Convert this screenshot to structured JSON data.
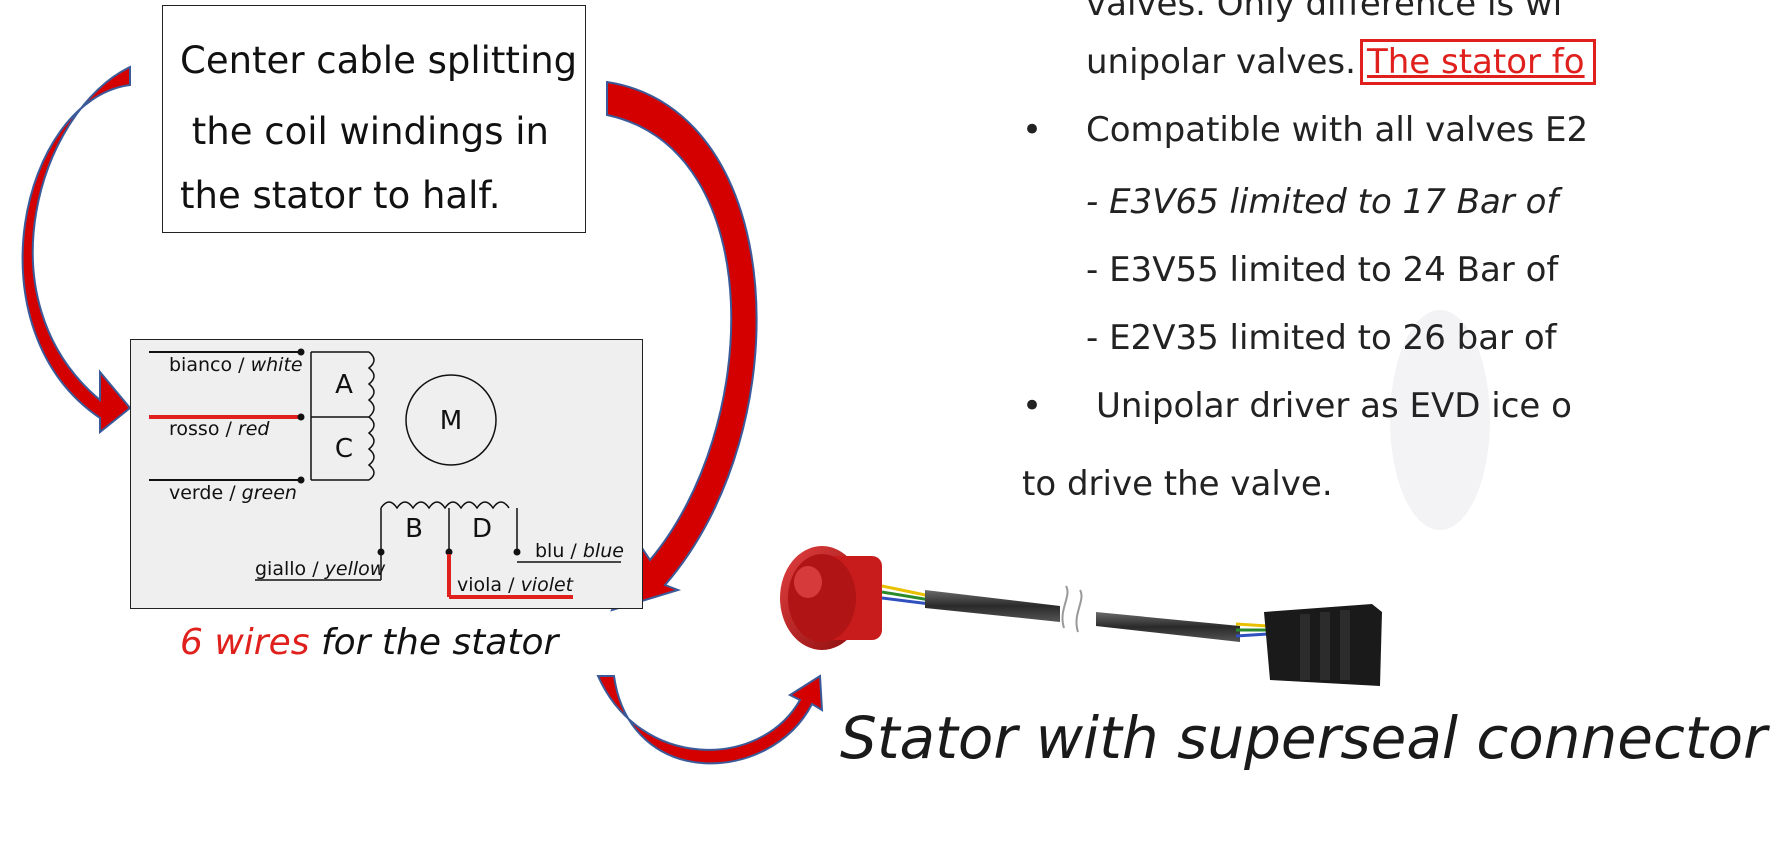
{
  "callout": {
    "lines": [
      "Center cable splitting",
      " the coil windings in",
      "the stator to half."
    ]
  },
  "wiring": {
    "wires": [
      {
        "name": "bianco / ",
        "name_en": "white"
      },
      {
        "name": "rosso / ",
        "name_en": "red"
      },
      {
        "name": "verde / ",
        "name_en": "green"
      },
      {
        "name": "giallo / ",
        "name_en": "yellow"
      },
      {
        "name": "viola / ",
        "name_en": "violet"
      },
      {
        "name": "blu / ",
        "name_en": "blue"
      }
    ],
    "coils": [
      "A",
      "C",
      "B",
      "D"
    ],
    "motor": "M",
    "highlight_color": "#e0201c"
  },
  "caption": {
    "count": "6 wires",
    "rest": " for the stator"
  },
  "right_text": {
    "line1": "valves. Only difference is wi",
    "line2_plain": "unipolar valves.",
    "line2_link": "The stator fo",
    "bullet1": "Compatible with all valves E2",
    "item1": "- E3V65 limited to 17 Bar of",
    "item2": "- E3V55 limited to 24 Bar of",
    "item3": "- E2V35 limited to 26 bar of",
    "bullet2": "Unipolar driver as EVD ice o",
    "line_end": "to drive the valve.",
    "bullet_symbol": "•"
  },
  "stator_label": "Stator with superseal connector",
  "colors": {
    "arrow_red": "#d40000",
    "arrow_edge": "#3a5a9a",
    "link_red": "#e0201c"
  }
}
